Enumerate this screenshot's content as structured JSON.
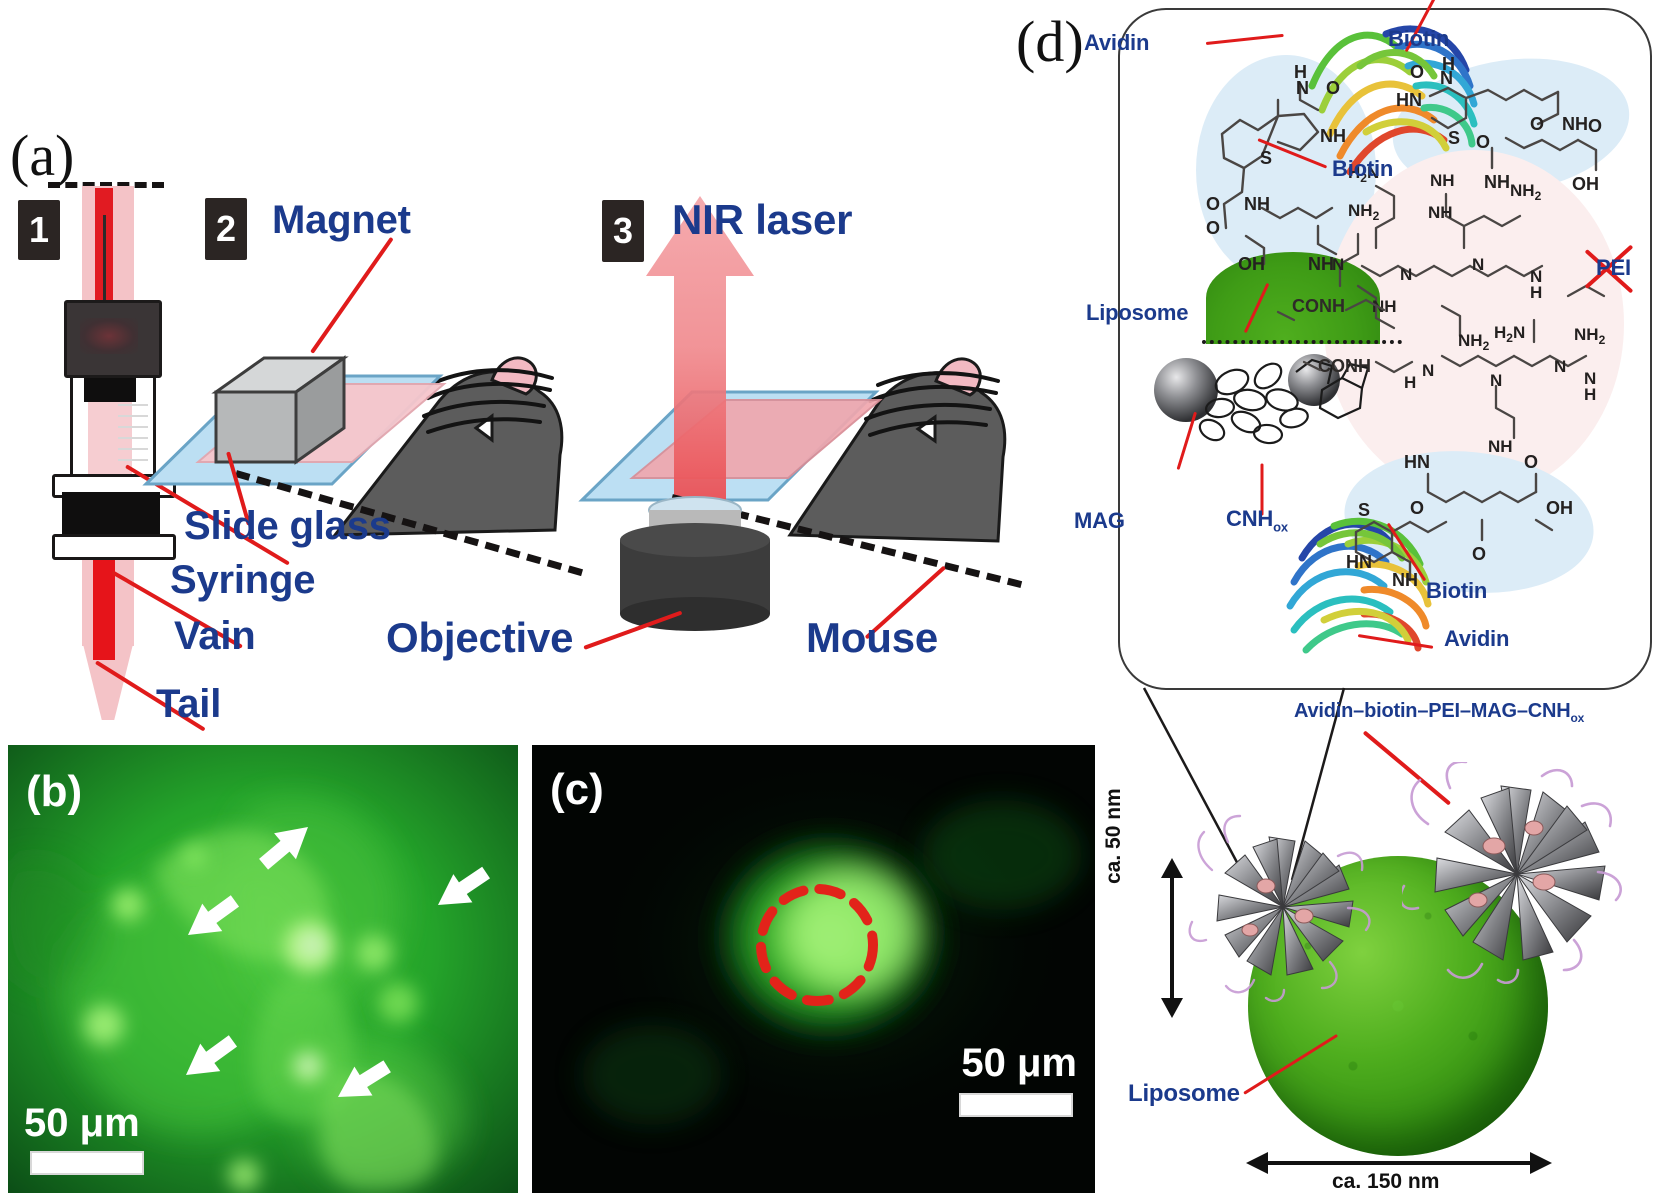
{
  "figure": {
    "panels": [
      {
        "id": "a",
        "letter": "(a)"
      },
      {
        "id": "b",
        "letter": "(b)"
      },
      {
        "id": "c",
        "letter": "(c)"
      },
      {
        "id": "d",
        "letter": "(d)"
      }
    ]
  },
  "panel_a": {
    "letter": "(a)",
    "steps": [
      {
        "number": "1"
      },
      {
        "number": "2"
      },
      {
        "number": "3"
      }
    ],
    "labels": {
      "magnet": "Magnet",
      "nir_laser": "NIR laser",
      "slide_glass": "Slide glass",
      "syringe": "Syringe",
      "vain": "Vain",
      "tail": "Tail",
      "objective": "Objective",
      "mouse": "Mouse"
    },
    "label_color": "#1b3a8c",
    "leader_color": "#e01b1b"
  },
  "panel_b": {
    "letter": "(b)",
    "scale_text": "50 μm",
    "arrow_count": 5,
    "background": "#0b3a14"
  },
  "panel_c": {
    "letter": "(c)",
    "scale_text": "50 μm",
    "background": "#000000",
    "circle_color": "#e2231a"
  },
  "panel_d": {
    "letter": "(d)",
    "labels": {
      "avidin_top": "Avidin",
      "biotin_top_left": "Biotin",
      "biotin_top_right": "Biotin",
      "liposome_inset": "Liposome",
      "pei": "PEI",
      "mag": "MAG",
      "cnh_ox": "CNH",
      "cnh_ox_sub": "ox",
      "biotin_bottom": "Biotin",
      "avidin_bottom": "Avidin",
      "conjugate": "Avidin–biotin–PEI–MAG–CNH",
      "conjugate_sub": "ox",
      "liposome_main": "Liposome"
    },
    "dimensions": {
      "particle": "ca. 50 nm",
      "liposome": "ca. 150 nm"
    },
    "chem_top_left": [
      "H",
      "N",
      "O",
      "NH",
      "S",
      "O",
      "NH",
      "O",
      "OH",
      "NH"
    ],
    "chem_top_right": [
      "O",
      "H",
      "N",
      "HN",
      "S",
      "O",
      "NH",
      "O",
      "NH",
      "O",
      "OH"
    ],
    "chem_pei": [
      "H2N",
      "NH2",
      "NH",
      "N",
      "N",
      "N",
      "N",
      "H",
      "NH2",
      "NH",
      "CONH",
      "CONH",
      "H2N",
      "NH2",
      "N",
      "N",
      "N",
      "N",
      "H",
      "H",
      "NH2",
      "NH"
    ],
    "chem_bottom": [
      "HN",
      "O",
      "O",
      "O",
      "OH",
      "S",
      "HN",
      "NH",
      "O"
    ],
    "label_color": "#1b3a8c",
    "leader_color": "#e01b1b",
    "blob_blue": "#dcecf7",
    "blob_pink": "#fbeeee",
    "liposome_green": "#4fae1e"
  }
}
